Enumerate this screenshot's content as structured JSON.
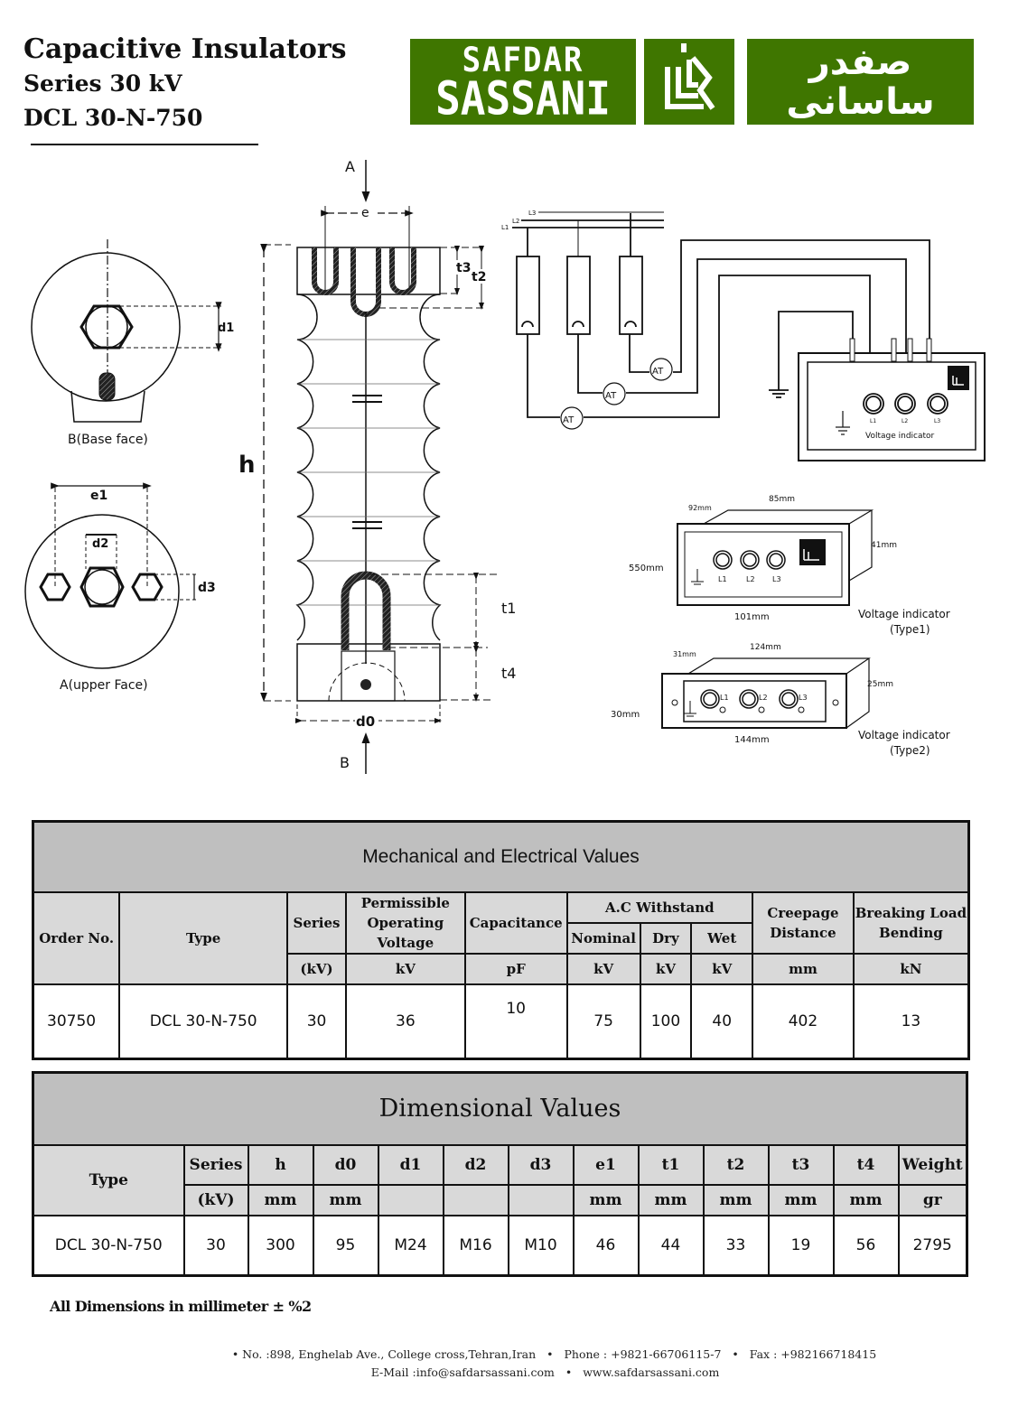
{
  "header": {
    "title": "Capacitive Insulators",
    "series": "Series 30 kV",
    "model": "DCL 30-N-750"
  },
  "brand": {
    "name_line1": "SAFDAR",
    "name_line2": "SASSANI",
    "farsi_line1": "صفدر",
    "farsi_line2": "ساسانی",
    "color": "#3f7600"
  },
  "drawing": {
    "arrow_a": "A",
    "arrow_b": "B",
    "dim_e": "e",
    "dim_h": "h",
    "dim_t1": "t1",
    "dim_t2": "t2",
    "dim_t3": "t3",
    "dim_t4": "t4",
    "dim_d0": "d0",
    "dim_d1": "d1",
    "dim_d2": "d2",
    "dim_d3": "d3",
    "dim_e1": "e1",
    "base_face_label": "B(Base face)",
    "upper_face_label": "A(upper Face)"
  },
  "wiring": {
    "lines": [
      "L1",
      "L2",
      "L3"
    ],
    "at_label": "AT",
    "indicator_label": "Voltage indicator",
    "lamps": [
      "L1",
      "L2",
      "L3"
    ]
  },
  "indicator_type1": {
    "label": "Voltage indicator",
    "type": "(Type1)",
    "depth": "92mm",
    "top_width": "85mm",
    "height": "41mm",
    "left": "550mm",
    "bottom_width": "101mm",
    "lamps": [
      "L1",
      "L2",
      "L3"
    ]
  },
  "indicator_type2": {
    "label": "Voltage indicator",
    "type": "(Type2)",
    "depth": "31mm",
    "top_width": "124mm",
    "height": "25mm",
    "left": "30mm",
    "bottom_width": "144mm",
    "lamps": [
      "L1",
      "L2",
      "L3"
    ]
  },
  "mechanical_table": {
    "caption": "Mechanical and Electrical Values",
    "headers": {
      "order_no": "Order No.",
      "type": "Type",
      "series": "Series",
      "permissible": "Permissible Operating Voltage",
      "capacitance": "Capacitance",
      "ac_withstand": "A.C Withstand",
      "nominal": "Nominal",
      "dry": "Dry",
      "wet": "Wet",
      "creepage": "Creepage Distance",
      "breaking": "Breaking Load Bending"
    },
    "units": {
      "series": "(kV)",
      "permissible": "kV",
      "capacitance": "pF",
      "nominal": "kV",
      "dry": "kV",
      "wet": "kV",
      "creepage": "mm",
      "breaking": "kN"
    },
    "row": {
      "order_no": "30750",
      "type": "DCL 30-N-750",
      "series": "30",
      "permissible": "36",
      "capacitance": "10",
      "nominal": "75",
      "dry": "100",
      "wet": "40",
      "creepage": "402",
      "breaking": "13"
    }
  },
  "dimensional_table": {
    "caption": "Dimensional Values",
    "headers": [
      "Type",
      "Series",
      "h",
      "d0",
      "d1",
      "d2",
      "d3",
      "e1",
      "t1",
      "t2",
      "t3",
      "t4",
      "Weight"
    ],
    "units": [
      "(kV)",
      "mm",
      "mm",
      "",
      "",
      "",
      "mm",
      "mm",
      "mm",
      "mm",
      "mm",
      "gr"
    ],
    "row": [
      "DCL 30-N-750",
      "30",
      "300",
      "95",
      "M24",
      "M16",
      "M10",
      "46",
      "44",
      "33",
      "19",
      "56",
      "2795"
    ]
  },
  "note": "All Dimensions in millimeter ± %2",
  "footer": {
    "address": "No. :898, Enghelab Ave., College cross,Tehran,Iran",
    "phone": "Phone : +9821-66706115-7",
    "fax": "Fax : +982166718415",
    "email": "E-Mail :info@safdarsassani.com",
    "website": "www.safdarsassani.com",
    "bullet": "•"
  }
}
